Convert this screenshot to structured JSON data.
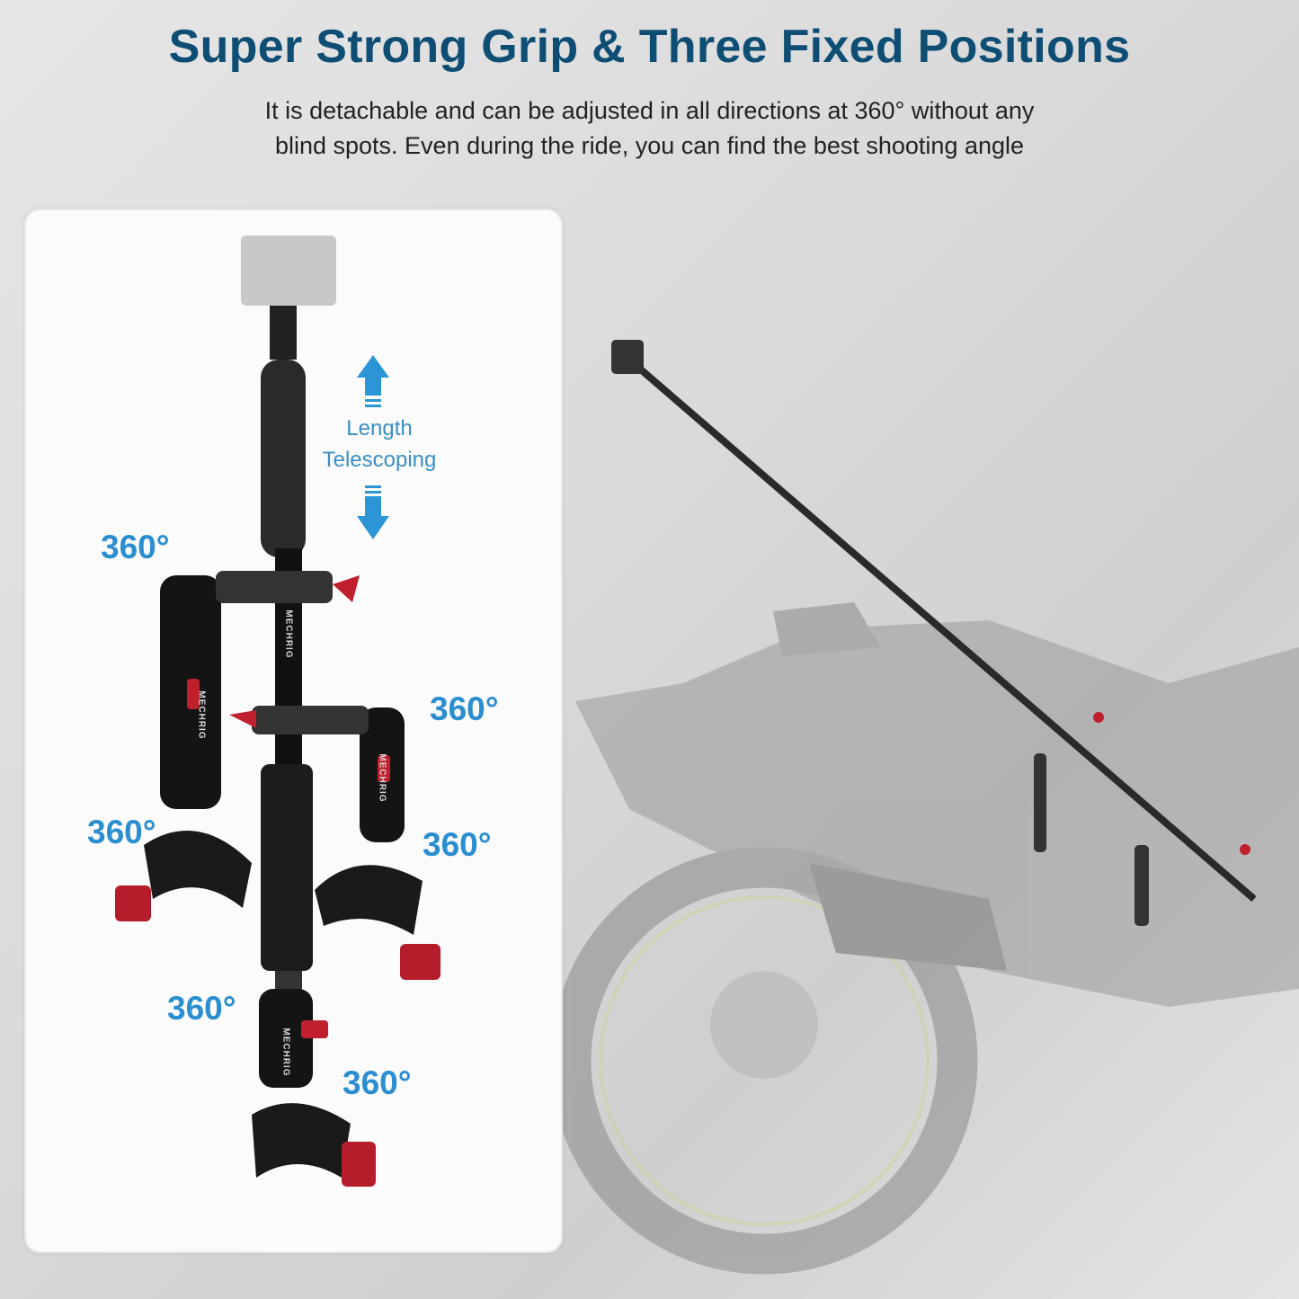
{
  "header": {
    "title": "Super Strong Grip & Three Fixed Positions",
    "subtitle_line1": "It is detachable and can be adjusted in all directions at 360° without any",
    "subtitle_line2": "blind spots. Even during the ride, you can find the best shooting angle"
  },
  "diagram": {
    "telescoping_line1": "Length",
    "telescoping_line2": "Telescoping",
    "rotation_labels": [
      "360°",
      "360°",
      "360°",
      "360°",
      "360°",
      "360°"
    ],
    "brand": "MECHRIG"
  },
  "colors": {
    "title": "#0f4e74",
    "accent": "#2b8ed0",
    "knob": "#c0202e"
  }
}
